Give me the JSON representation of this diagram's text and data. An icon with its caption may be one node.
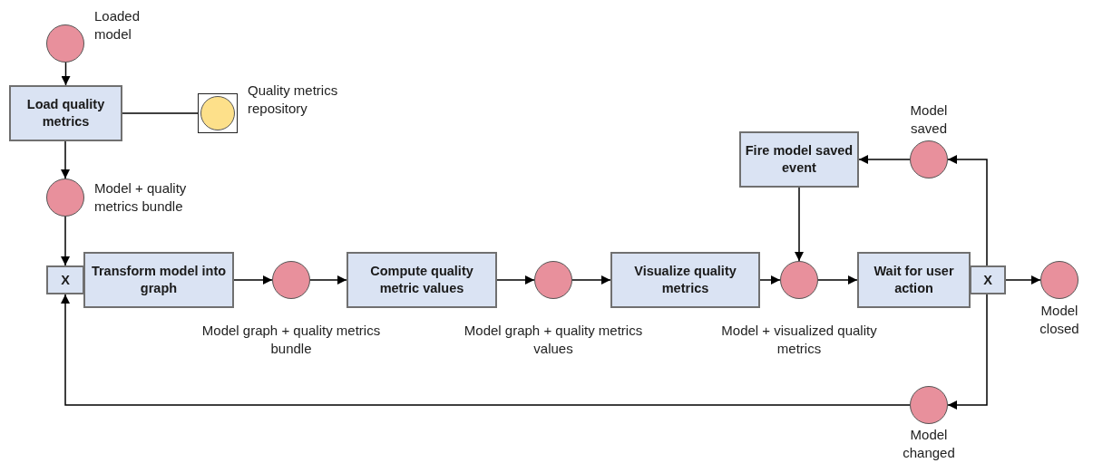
{
  "diagram": {
    "nodes": [
      {
        "text": [],
        "shape": "circle",
        "beside": [
          "Loaded model"
        ]
      },
      {
        "text": [
          "Load quality metrics"
        ]
      },
      {
        "text": [],
        "shape": "circle",
        "beside": [
          "Quality metrics repository"
        ]
      },
      {
        "text": [],
        "shape": "circle",
        "beside": [
          "Model + quality metrics bundle"
        ]
      },
      {
        "text": [
          "X"
        ]
      },
      {
        "text": [
          "Transform model into graph"
        ]
      },
      {
        "text": [],
        "shape": "circle",
        "beside": [
          "Model graph + quality metrics bundle"
        ]
      },
      {
        "text": [
          "Compute quality metric values"
        ]
      },
      {
        "text": [],
        "shape": "circle",
        "beside": [
          "Model graph + quality metrics values"
        ]
      },
      {
        "text": [
          "Visualize quality metrics"
        ]
      },
      {
        "text": [],
        "shape": "circle",
        "beside": [
          "Model + visualized quality metrics"
        ]
      },
      {
        "text": [
          "Fire model saved event"
        ]
      },
      {
        "text": [
          "Wait for user action"
        ]
      },
      {
        "text": [
          "X"
        ]
      },
      {
        "text": [],
        "shape": "circle",
        "beside": [
          "Model saved"
        ]
      },
      {
        "text": [],
        "shape": "circle",
        "beside": [
          "Model closed"
        ]
      },
      {
        "text": [],
        "shape": "circle",
        "beside": [
          "Model changed"
        ]
      }
    ],
    "edges": [
      {
        "from": 0,
        "to": 1,
        "arrow": "to"
      },
      {
        "from": 1,
        "to": 2,
        "arrow": "none"
      },
      {
        "from": 1,
        "to": 3,
        "arrow": "to"
      },
      {
        "from": 3,
        "to": 4,
        "arrow": "to"
      },
      {
        "from": 5,
        "to": 6,
        "arrow": "to"
      },
      {
        "from": 6,
        "to": 7,
        "arrow": "to"
      },
      {
        "from": 7,
        "to": 8,
        "arrow": "to"
      },
      {
        "from": 8,
        "to": 9,
        "arrow": "to"
      },
      {
        "from": 9,
        "to": 10,
        "arrow": "to"
      },
      {
        "from": 10,
        "to": 12,
        "arrow": "to"
      },
      {
        "from": 11,
        "to": 10,
        "arrow": "to"
      },
      {
        "from": 13,
        "to": 14,
        "arrow": "to"
      },
      {
        "from": 14,
        "to": 11,
        "arrow": "to"
      },
      {
        "from": 13,
        "to": 15,
        "arrow": "to"
      },
      {
        "from": 13,
        "to": 16,
        "arrow": "to"
      },
      {
        "from": 16,
        "to": 4,
        "arrow": "to"
      }
    ]
  }
}
